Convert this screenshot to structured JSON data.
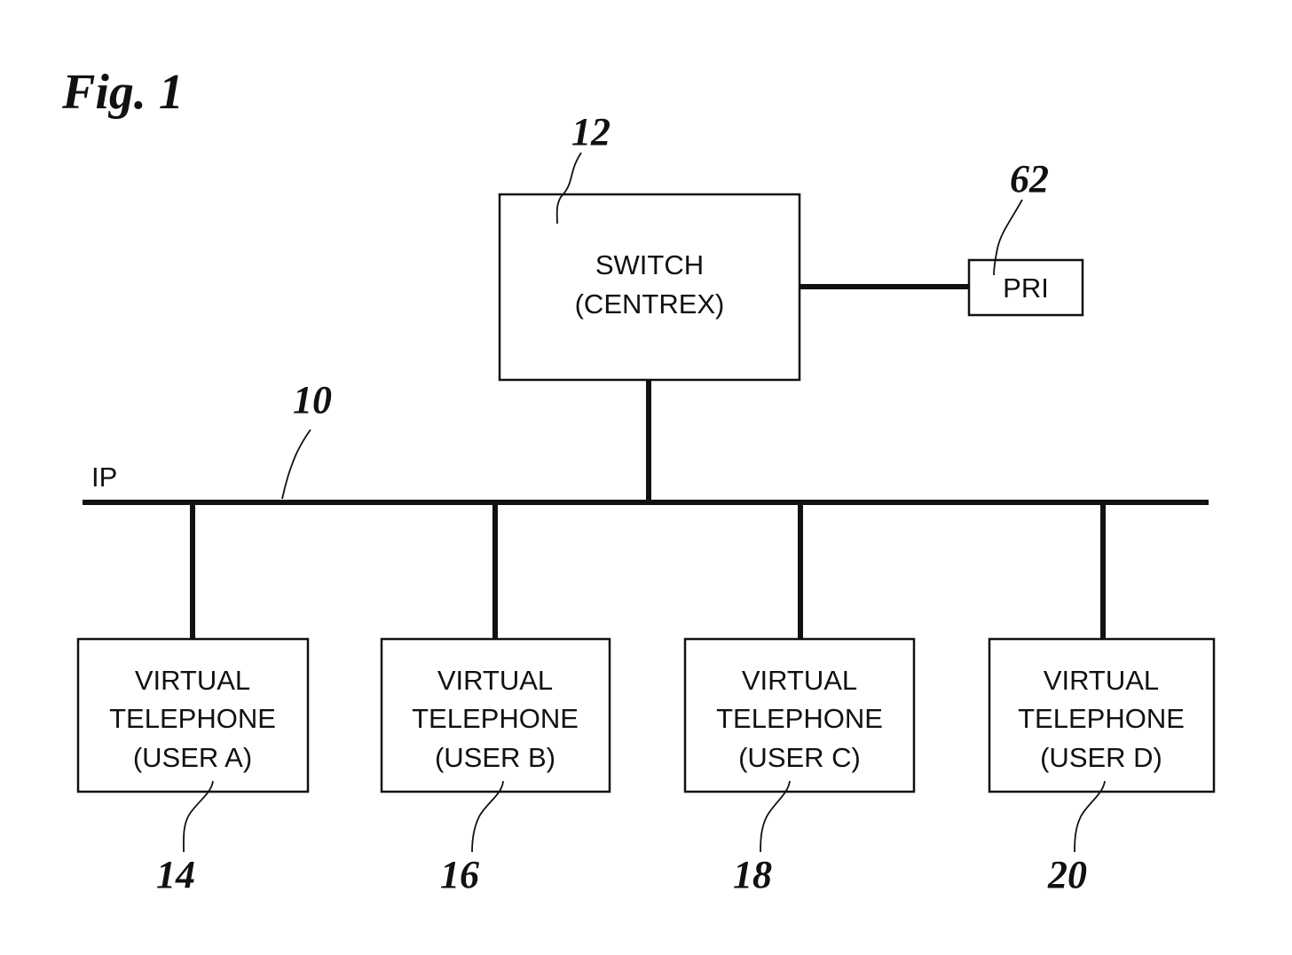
{
  "figure": {
    "title": "Fig. 1"
  },
  "bus": {
    "label": "IP",
    "ref": "10"
  },
  "switch": {
    "ref": "12",
    "line1": "SWITCH",
    "line2": "(CENTREX)"
  },
  "pri": {
    "ref": "62",
    "label": "PRI"
  },
  "phones": [
    {
      "ref": "14",
      "line1": "VIRTUAL",
      "line2": "TELEPHONE",
      "line3": "(USER A)"
    },
    {
      "ref": "16",
      "line1": "VIRTUAL",
      "line2": "TELEPHONE",
      "line3": "(USER B)"
    },
    {
      "ref": "18",
      "line1": "VIRTUAL",
      "line2": "TELEPHONE",
      "line3": "(USER C)"
    },
    {
      "ref": "20",
      "line1": "VIRTUAL",
      "line2": "TELEPHONE",
      "line3": "(USER D)"
    }
  ]
}
